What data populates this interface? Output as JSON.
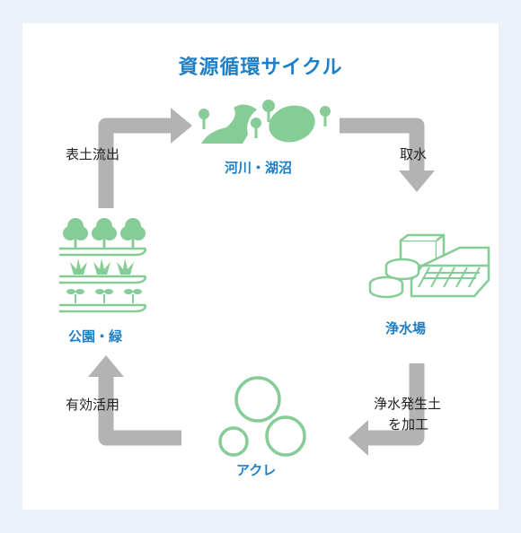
{
  "title": "資源循環サイクル",
  "nodes": {
    "river": "河川・湖沼",
    "plant": "浄水場",
    "akure": "アクレ",
    "park": "公園・緑"
  },
  "steps": {
    "topsoil": "表土流出",
    "intake": "取水",
    "process_line1": "浄水発生土",
    "process_line2": "を加工",
    "reuse": "有効活用"
  },
  "colors": {
    "accent": "#1f7fc6",
    "arrow": "#b3b3b3",
    "green": "#86cc96",
    "background": "#eaf1f9"
  }
}
